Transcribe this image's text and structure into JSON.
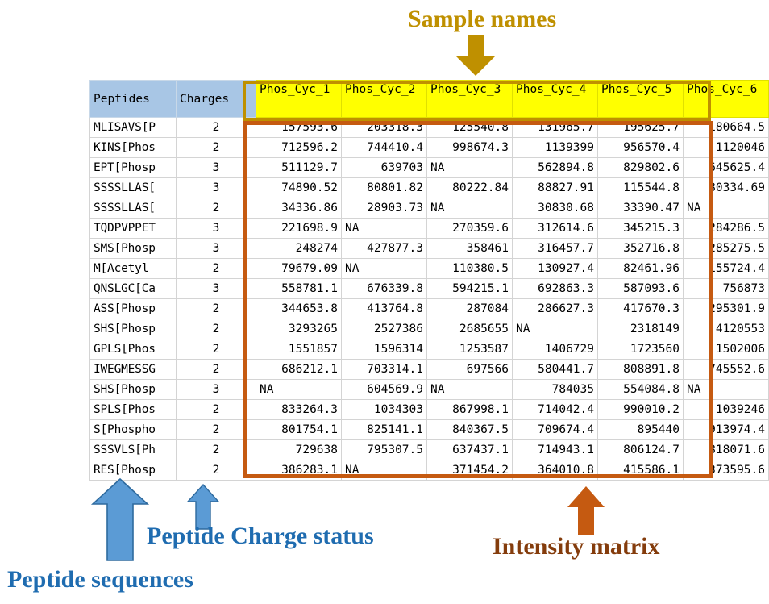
{
  "annotations": {
    "sample_names": "Sample names",
    "intensity_matrix": "Intensity matrix",
    "peptide_charge_status": "Peptide Charge status",
    "peptide_sequences": "Peptide sequences"
  },
  "colors": {
    "sample_names_label": "#bf9000",
    "sample_names_arrow": "#bf9000",
    "intensity_label": "#843c0c",
    "intensity_arrow": "#c55a11",
    "blue_label": "#1f6cb0",
    "blue_arrow": "#5b9bd5",
    "header_fill": "#a8c6e5",
    "sample_header_fill": "#ffff00",
    "yellow_box_border": "#bf9000",
    "orange_box_border": "#c55a11",
    "grid_line": "#d4d4d4"
  },
  "table": {
    "headers": {
      "peptides": "Peptides",
      "charges": "Charges",
      "samples": [
        "Phos_Cyc_1",
        "Phos_Cyc_2",
        "Phos_Cyc_3",
        "Phos_Cyc_4",
        "Phos_Cyc_5",
        "Phos_Cyc_6"
      ]
    },
    "rows": [
      {
        "peptide": "MLISAVS[P",
        "charge": "2",
        "values": [
          "157593.6",
          "203318.3",
          "125540.8",
          "131965.7",
          "195625.7",
          "180664.5"
        ]
      },
      {
        "peptide": "KINS[Phos",
        "charge": "2",
        "values": [
          "712596.2",
          "744410.4",
          "998674.3",
          "1139399",
          "956570.4",
          "1120046"
        ]
      },
      {
        "peptide": "EPT[Phosp",
        "charge": "3",
        "values": [
          "511129.7",
          "639703",
          "NA",
          "562894.8",
          "829802.6",
          "645625.4"
        ]
      },
      {
        "peptide": "SSSSLLAS[",
        "charge": "3",
        "values": [
          "74890.52",
          "80801.82",
          "80222.84",
          "88827.91",
          "115544.8",
          "80334.69"
        ]
      },
      {
        "peptide": "SSSSLLAS[",
        "charge": "2",
        "values": [
          "34336.86",
          "28903.73",
          "NA",
          "30830.68",
          "33390.47",
          "NA"
        ]
      },
      {
        "peptide": "TQDPVPPET",
        "charge": "3",
        "values": [
          "221698.9",
          "NA",
          "270359.6",
          "312614.6",
          "345215.3",
          "284286.5"
        ]
      },
      {
        "peptide": "SMS[Phosp",
        "charge": "3",
        "values": [
          "248274",
          "427877.3",
          "358461",
          "316457.7",
          "352716.8",
          "285275.5"
        ]
      },
      {
        "peptide": "M[Acetyl",
        "charge": "2",
        "values": [
          "79679.09",
          "NA",
          "110380.5",
          "130927.4",
          "82461.96",
          "155724.4"
        ]
      },
      {
        "peptide": "QNSLGC[Ca",
        "charge": "3",
        "values": [
          "558781.1",
          "676339.8",
          "594215.1",
          "692863.3",
          "587093.6",
          "756873"
        ]
      },
      {
        "peptide": "ASS[Phosp",
        "charge": "2",
        "values": [
          "344653.8",
          "413764.8",
          "287084",
          "286627.3",
          "417670.3",
          "295301.9"
        ]
      },
      {
        "peptide": "SHS[Phosp",
        "charge": "2",
        "values": [
          "3293265",
          "2527386",
          "2685655",
          "NA",
          "2318149",
          "4120553"
        ]
      },
      {
        "peptide": "GPLS[Phos",
        "charge": "2",
        "values": [
          "1551857",
          "1596314",
          "1253587",
          "1406729",
          "1723560",
          "1502006"
        ]
      },
      {
        "peptide": "IWEGMESSG",
        "charge": "2",
        "values": [
          "686212.1",
          "703314.1",
          "697566",
          "580441.7",
          "808891.8",
          "745552.6"
        ]
      },
      {
        "peptide": "SHS[Phosp",
        "charge": "3",
        "values": [
          "NA",
          "604569.9",
          "NA",
          "784035",
          "554084.8",
          "NA"
        ]
      },
      {
        "peptide": "SPLS[Phos",
        "charge": "2",
        "values": [
          "833264.3",
          "1034303",
          "867998.1",
          "714042.4",
          "990010.2",
          "1039246"
        ]
      },
      {
        "peptide": "S[Phospho",
        "charge": "2",
        "values": [
          "801754.1",
          "825141.1",
          "840367.5",
          "709674.4",
          "895440",
          "913974.4"
        ]
      },
      {
        "peptide": "SSSVLS[Ph",
        "charge": "2",
        "values": [
          "729638",
          "795307.5",
          "637437.1",
          "714943.1",
          "806124.7",
          "818071.6"
        ]
      },
      {
        "peptide": "RES[Phosp",
        "charge": "2",
        "values": [
          "386283.1",
          "NA",
          "371454.2",
          "364010.8",
          "415586.1",
          "373595.6"
        ]
      }
    ]
  }
}
